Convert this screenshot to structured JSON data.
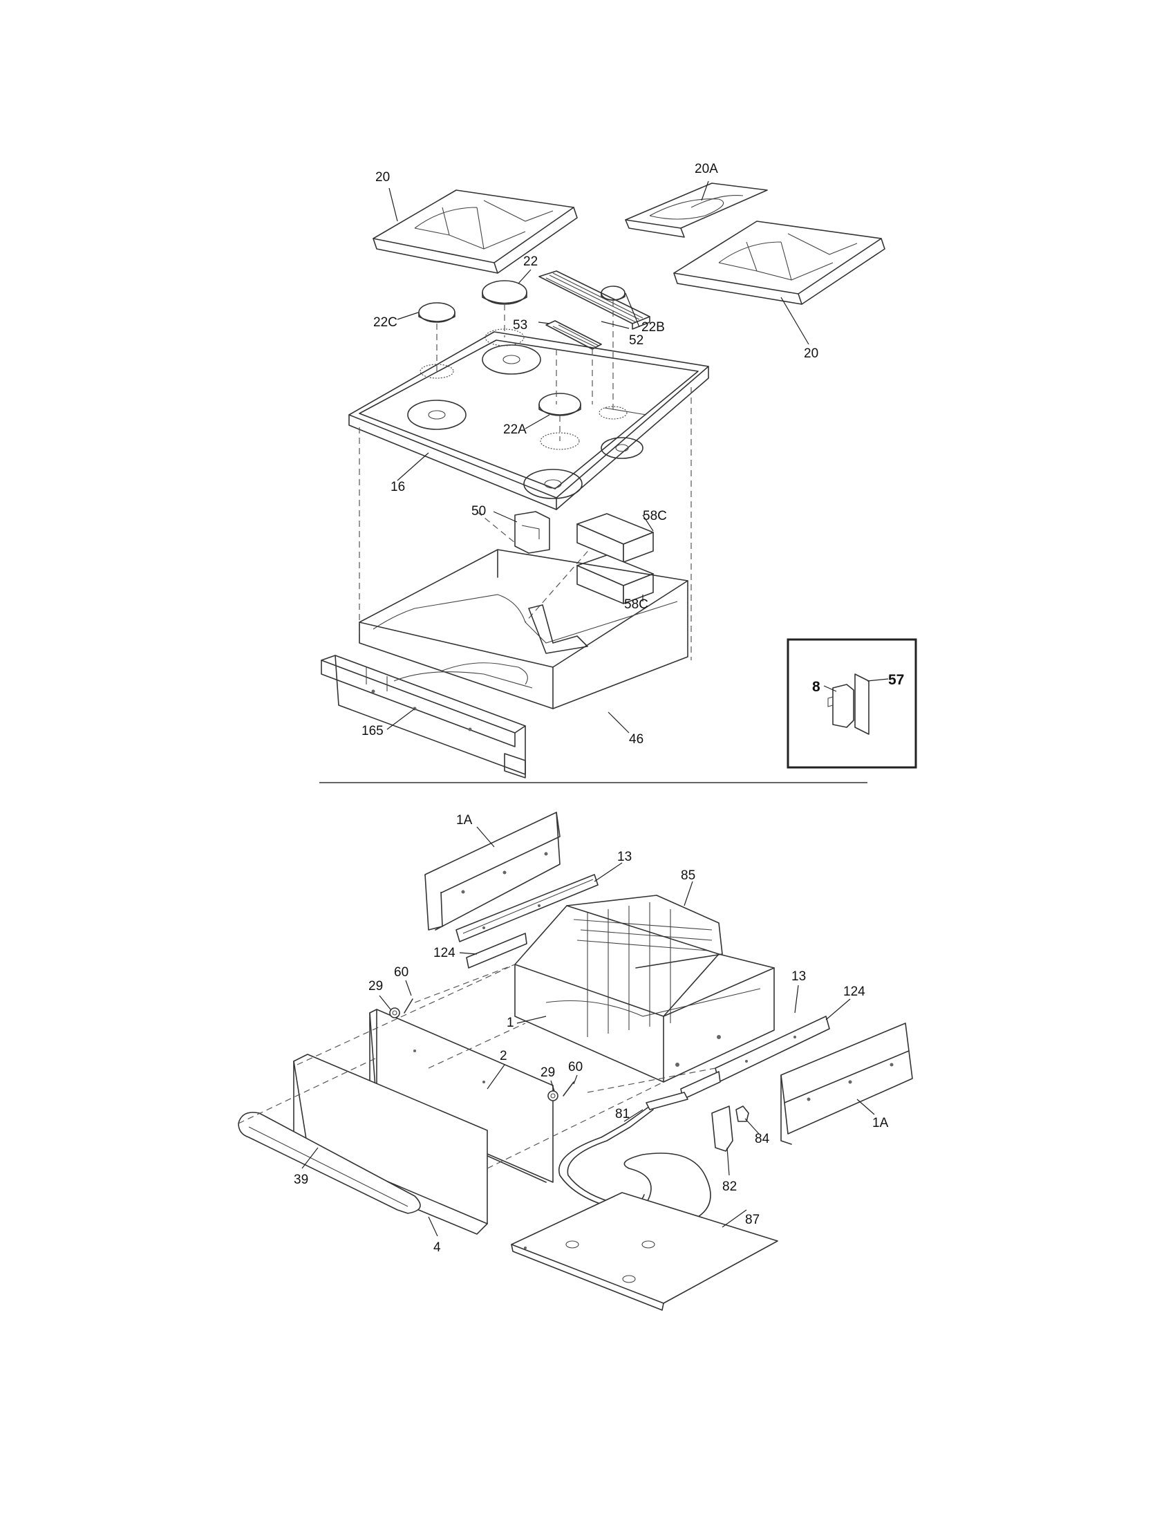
{
  "callouts": {
    "c20_top": "20",
    "c20a": "20A",
    "c22": "22",
    "c22c": "22C",
    "c53": "53",
    "c52": "52",
    "c20_right": "20",
    "c22b": "22B",
    "c22a": "22A",
    "c16": "16",
    "c50": "50",
    "c58c_top": "58C",
    "c58c_bottom": "58C",
    "c165": "165",
    "c46": "46",
    "c8": "8",
    "c57": "57",
    "c1a_top": "1A",
    "c13_top": "13",
    "c85": "85",
    "c124_left": "124",
    "c29_left": "29",
    "c60_left": "60",
    "c1": "1",
    "c13_right": "13",
    "c124_right": "124",
    "c2": "2",
    "c29_right": "29",
    "c60_right": "60",
    "c81": "81",
    "c84": "84",
    "c1a_right": "1A",
    "c82": "82",
    "c39": "39",
    "c4": "4",
    "c87": "87"
  },
  "colors": {
    "line": "#333333",
    "background": "#ffffff"
  }
}
